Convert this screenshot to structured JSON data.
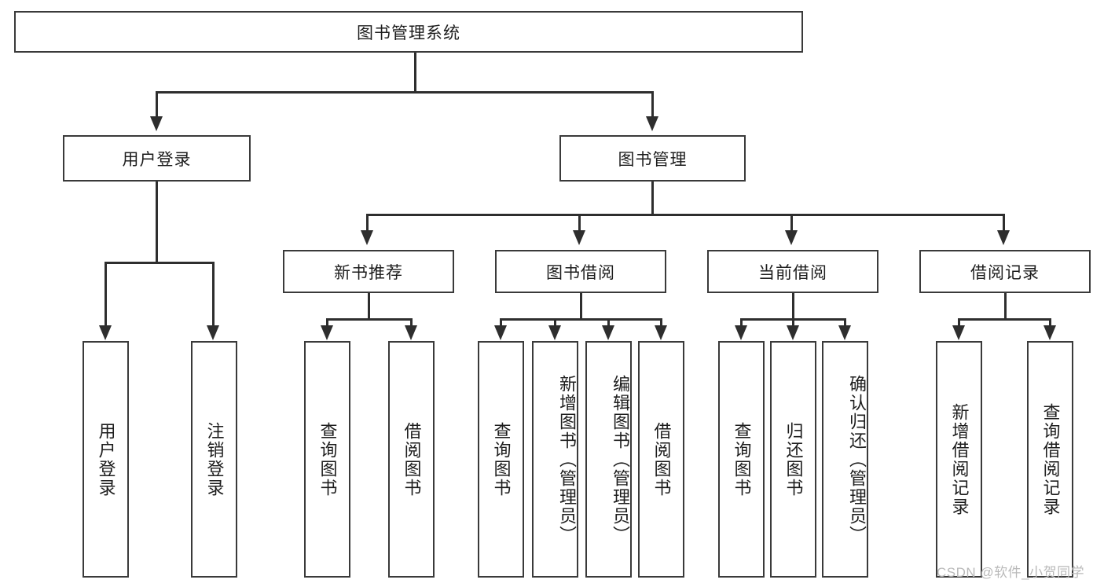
{
  "diagram": {
    "title": "图书管理系统",
    "root": {
      "label": "图书管理系统"
    },
    "level1": [
      {
        "label": "用户登录"
      },
      {
        "label": "图书管理"
      }
    ],
    "level2": [
      {
        "label": "新书推荐"
      },
      {
        "label": "图书借阅"
      },
      {
        "label": "当前借阅"
      },
      {
        "label": "借阅记录"
      }
    ],
    "leaves": {
      "user_login": [
        {
          "label": "用户登录"
        },
        {
          "label": "注销登录"
        }
      ],
      "new_book_recommend": [
        {
          "label": "查询图书"
        },
        {
          "label": "借阅图书"
        }
      ],
      "book_borrow": [
        {
          "label": "查询图书"
        },
        {
          "label": "新增图书（管理员）"
        },
        {
          "label": "编辑图书（管理员）"
        },
        {
          "label": "借阅图书"
        }
      ],
      "current_borrow": [
        {
          "label": "查询图书"
        },
        {
          "label": "归还图书"
        },
        {
          "label": "确认归还（管理员）"
        }
      ],
      "borrow_records": [
        {
          "label": "新增借阅记录"
        },
        {
          "label": "查询借阅记录"
        }
      ]
    }
  },
  "watermark": {
    "text": "CSDN @软件_小贺同学"
  },
  "colors": {
    "box_border": "#3a3a3a",
    "connector": "#2e2e2e",
    "text": "#1d1d1d",
    "background": "#ffffff",
    "watermark": "#b9b9b9"
  }
}
